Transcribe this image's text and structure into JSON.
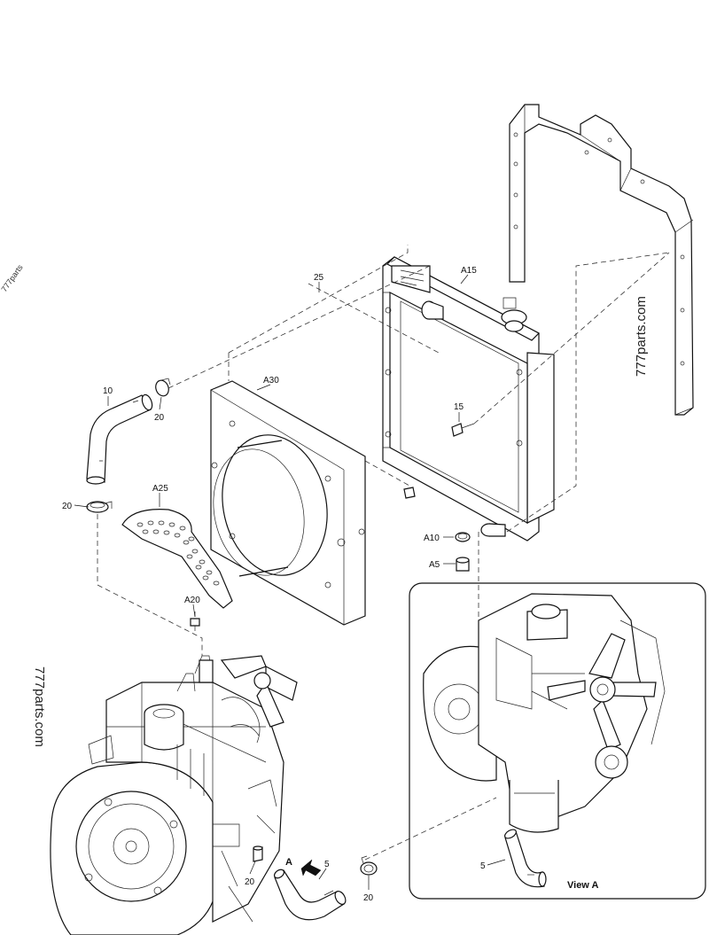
{
  "watermarks": {
    "top_left": "777parts",
    "right": "777parts.com",
    "left": "777parts.com"
  },
  "callouts": {
    "c25": "25",
    "cA15": "A15",
    "cA30": "A30",
    "c10": "10",
    "c20_top": "20",
    "c20_left": "20",
    "cA25": "A25",
    "c15": "15",
    "cA10": "A10",
    "cA5": "A5",
    "cA20": "A20",
    "c20_bottom_a": "20",
    "c20_bottom_b": "20",
    "cA_arrow": "A",
    "c5_bottom": "5",
    "c5_view": "5"
  },
  "view_label": "View A"
}
